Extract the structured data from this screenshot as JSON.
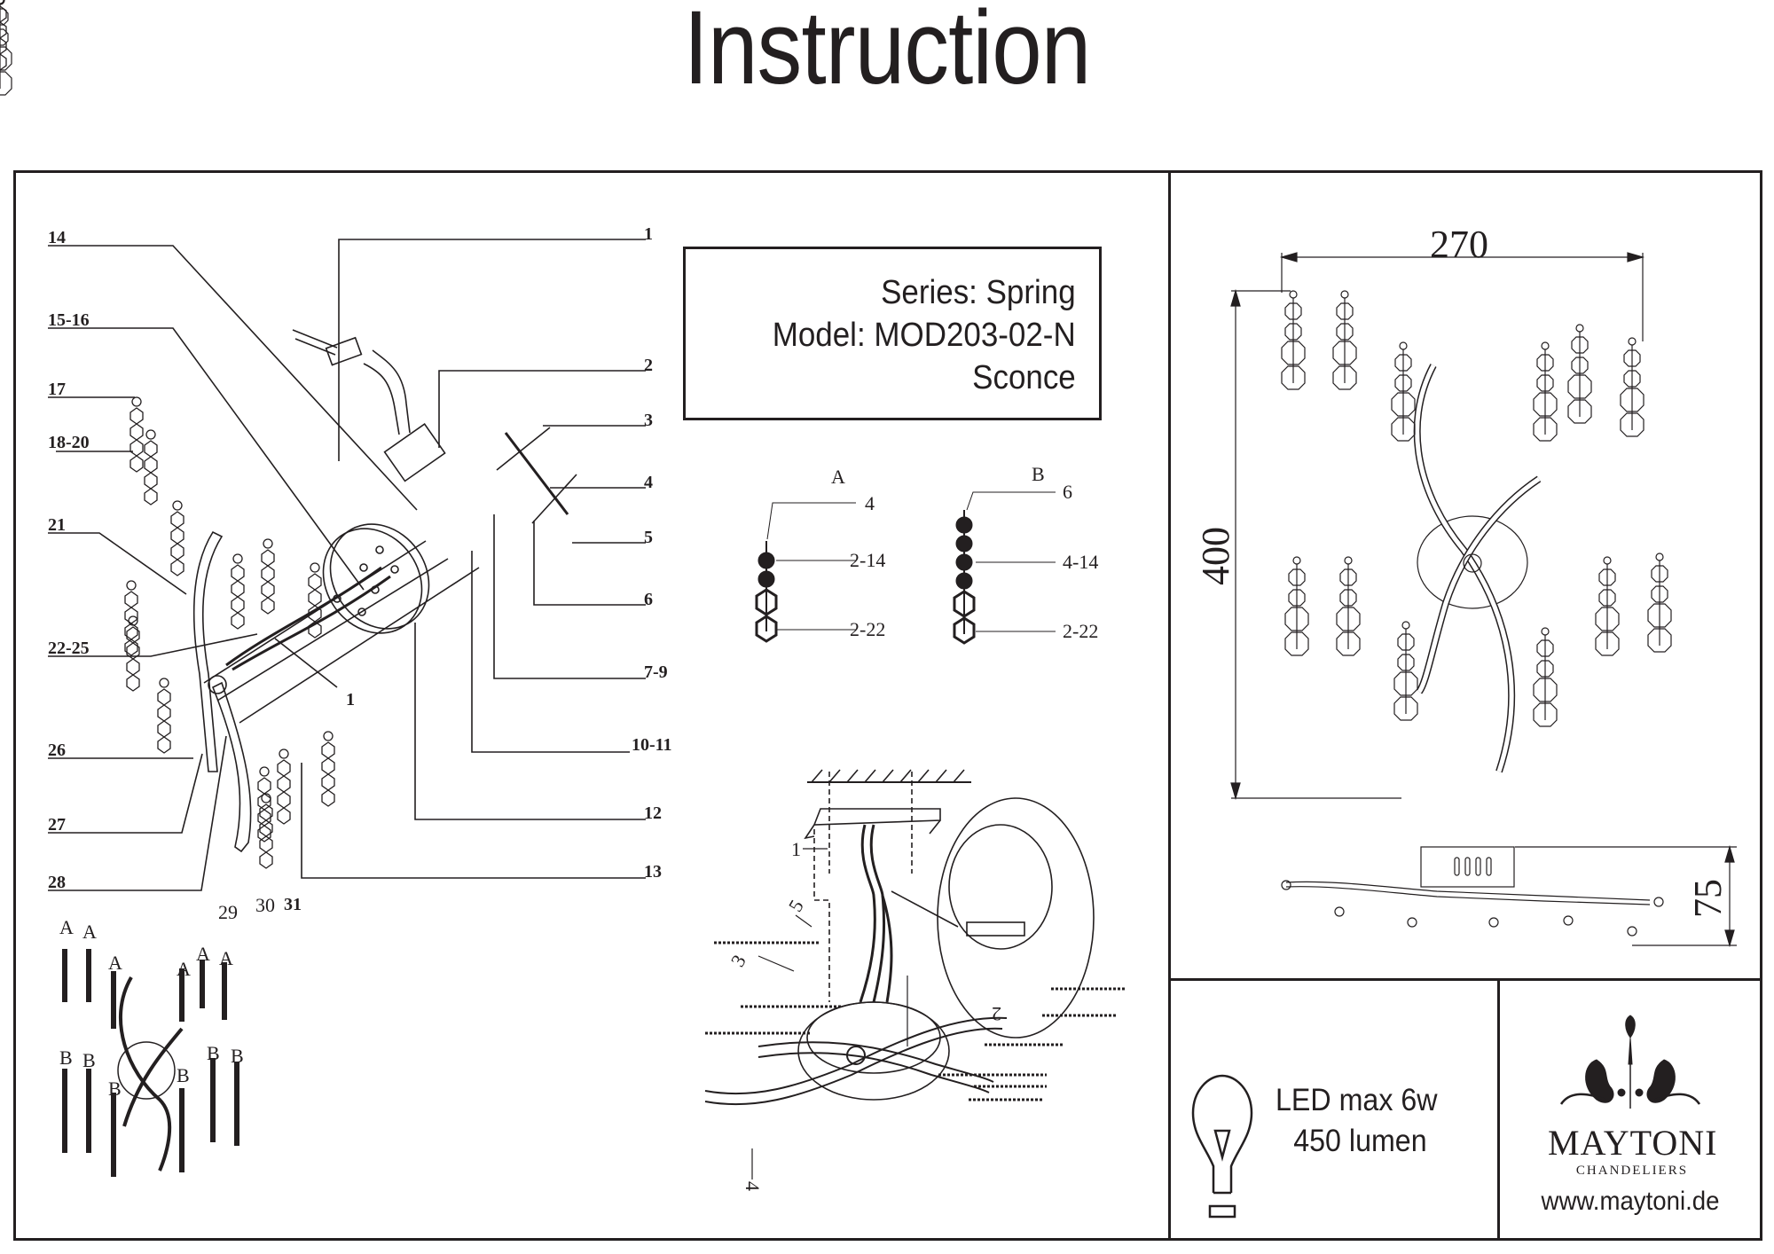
{
  "page": {
    "title": "Instruction"
  },
  "product": {
    "series": "Series: Spring",
    "model": "Model: MOD203-02-N",
    "type": "Sconce"
  },
  "exploded_view": {
    "part_labels_left": [
      "14",
      "15-16",
      "17",
      "18-20",
      "21",
      "22-25",
      "26",
      "27",
      "28"
    ],
    "part_labels_right": [
      "1",
      "2",
      "3",
      "4",
      "5",
      "6",
      "7-9",
      "10-11",
      "12",
      "13"
    ],
    "part_labels_bottom": [
      "29",
      "30",
      "31"
    ],
    "inner_label": "1"
  },
  "pendant_types": {
    "A": {
      "label": "A",
      "callouts": [
        "4",
        "2-14",
        "2-22"
      ]
    },
    "B": {
      "label": "B",
      "callouts": [
        "6",
        "4-14",
        "2-22"
      ]
    }
  },
  "layout_map": {
    "top_labels": [
      "A",
      "A",
      "A",
      "A",
      "A",
      "A"
    ],
    "bottom_labels": [
      "B",
      "B",
      "B",
      "B",
      "B",
      "B"
    ]
  },
  "assembly": {
    "step_labels": [
      "1",
      "2",
      "3",
      "4",
      "5"
    ]
  },
  "dimensions": {
    "width": "270",
    "height": "400",
    "depth": "75",
    "units": "mm"
  },
  "specs": {
    "line1": "LED max 6w",
    "line2": "450 lumen",
    "icon": "light-bulb-icon"
  },
  "brand": {
    "name": "MAYTONI",
    "subtitle": "CHANDELIERS",
    "url": "www.maytoni.de",
    "logo": "chandelier-ornament-icon"
  }
}
